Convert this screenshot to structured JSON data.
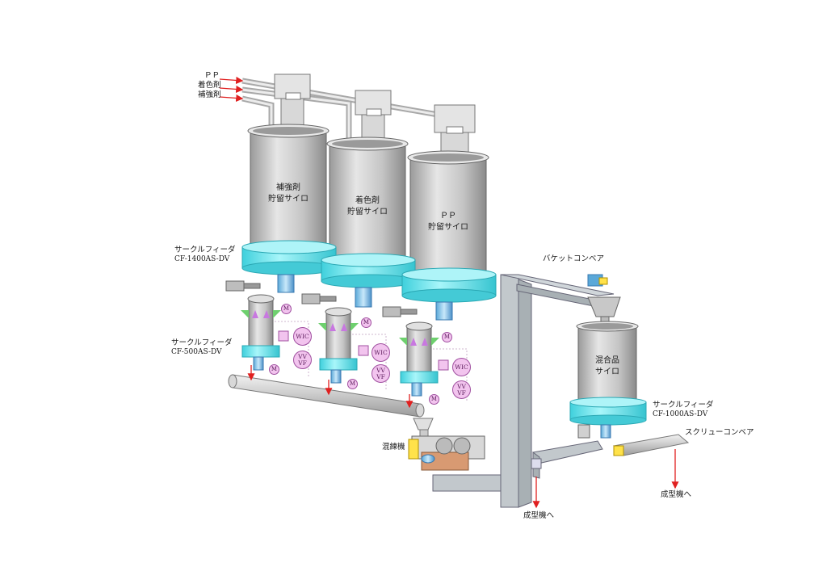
{
  "inlets": {
    "pp": "ＰＰ",
    "colorant": "着色剤",
    "reinforcer": "補強剤"
  },
  "silos": [
    {
      "line1": "補強剤",
      "line2": "貯留サイロ"
    },
    {
      "line1": "着色剤",
      "line2": "貯留サイロ"
    },
    {
      "line1": "ＰＰ",
      "line2": "貯留サイロ"
    }
  ],
  "mixed_silo": {
    "line1": "混合品",
    "line2": "サイロ"
  },
  "feeders": {
    "cf1400_name": "サークルフィーダ",
    "cf1400_model": "CF-1400AS-DV",
    "cf500_name": "サークルフィーダ",
    "cf500_model": "CF-500AS-DV",
    "cf1000_name": "サークルフィーダ",
    "cf1000_model": "CF-1000AS-DV"
  },
  "bucket_conveyor": "バケットコンベア",
  "screw_conveyor": "スクリューコンベア",
  "kneader": "混練機",
  "to_molding_1": "成型機へ",
  "to_molding_2": "成型機へ",
  "instrument_labels": {
    "motor": "M",
    "wic": "WIC",
    "vvvf_1": "VV",
    "vvvf_2": "VF"
  },
  "colors": {
    "silo_body": "#c8c8c8",
    "feeder_cyan": "#66e8f0",
    "frame": "#c2c8cc",
    "badge": "#f2c4ee",
    "arrow": "#e02020"
  }
}
